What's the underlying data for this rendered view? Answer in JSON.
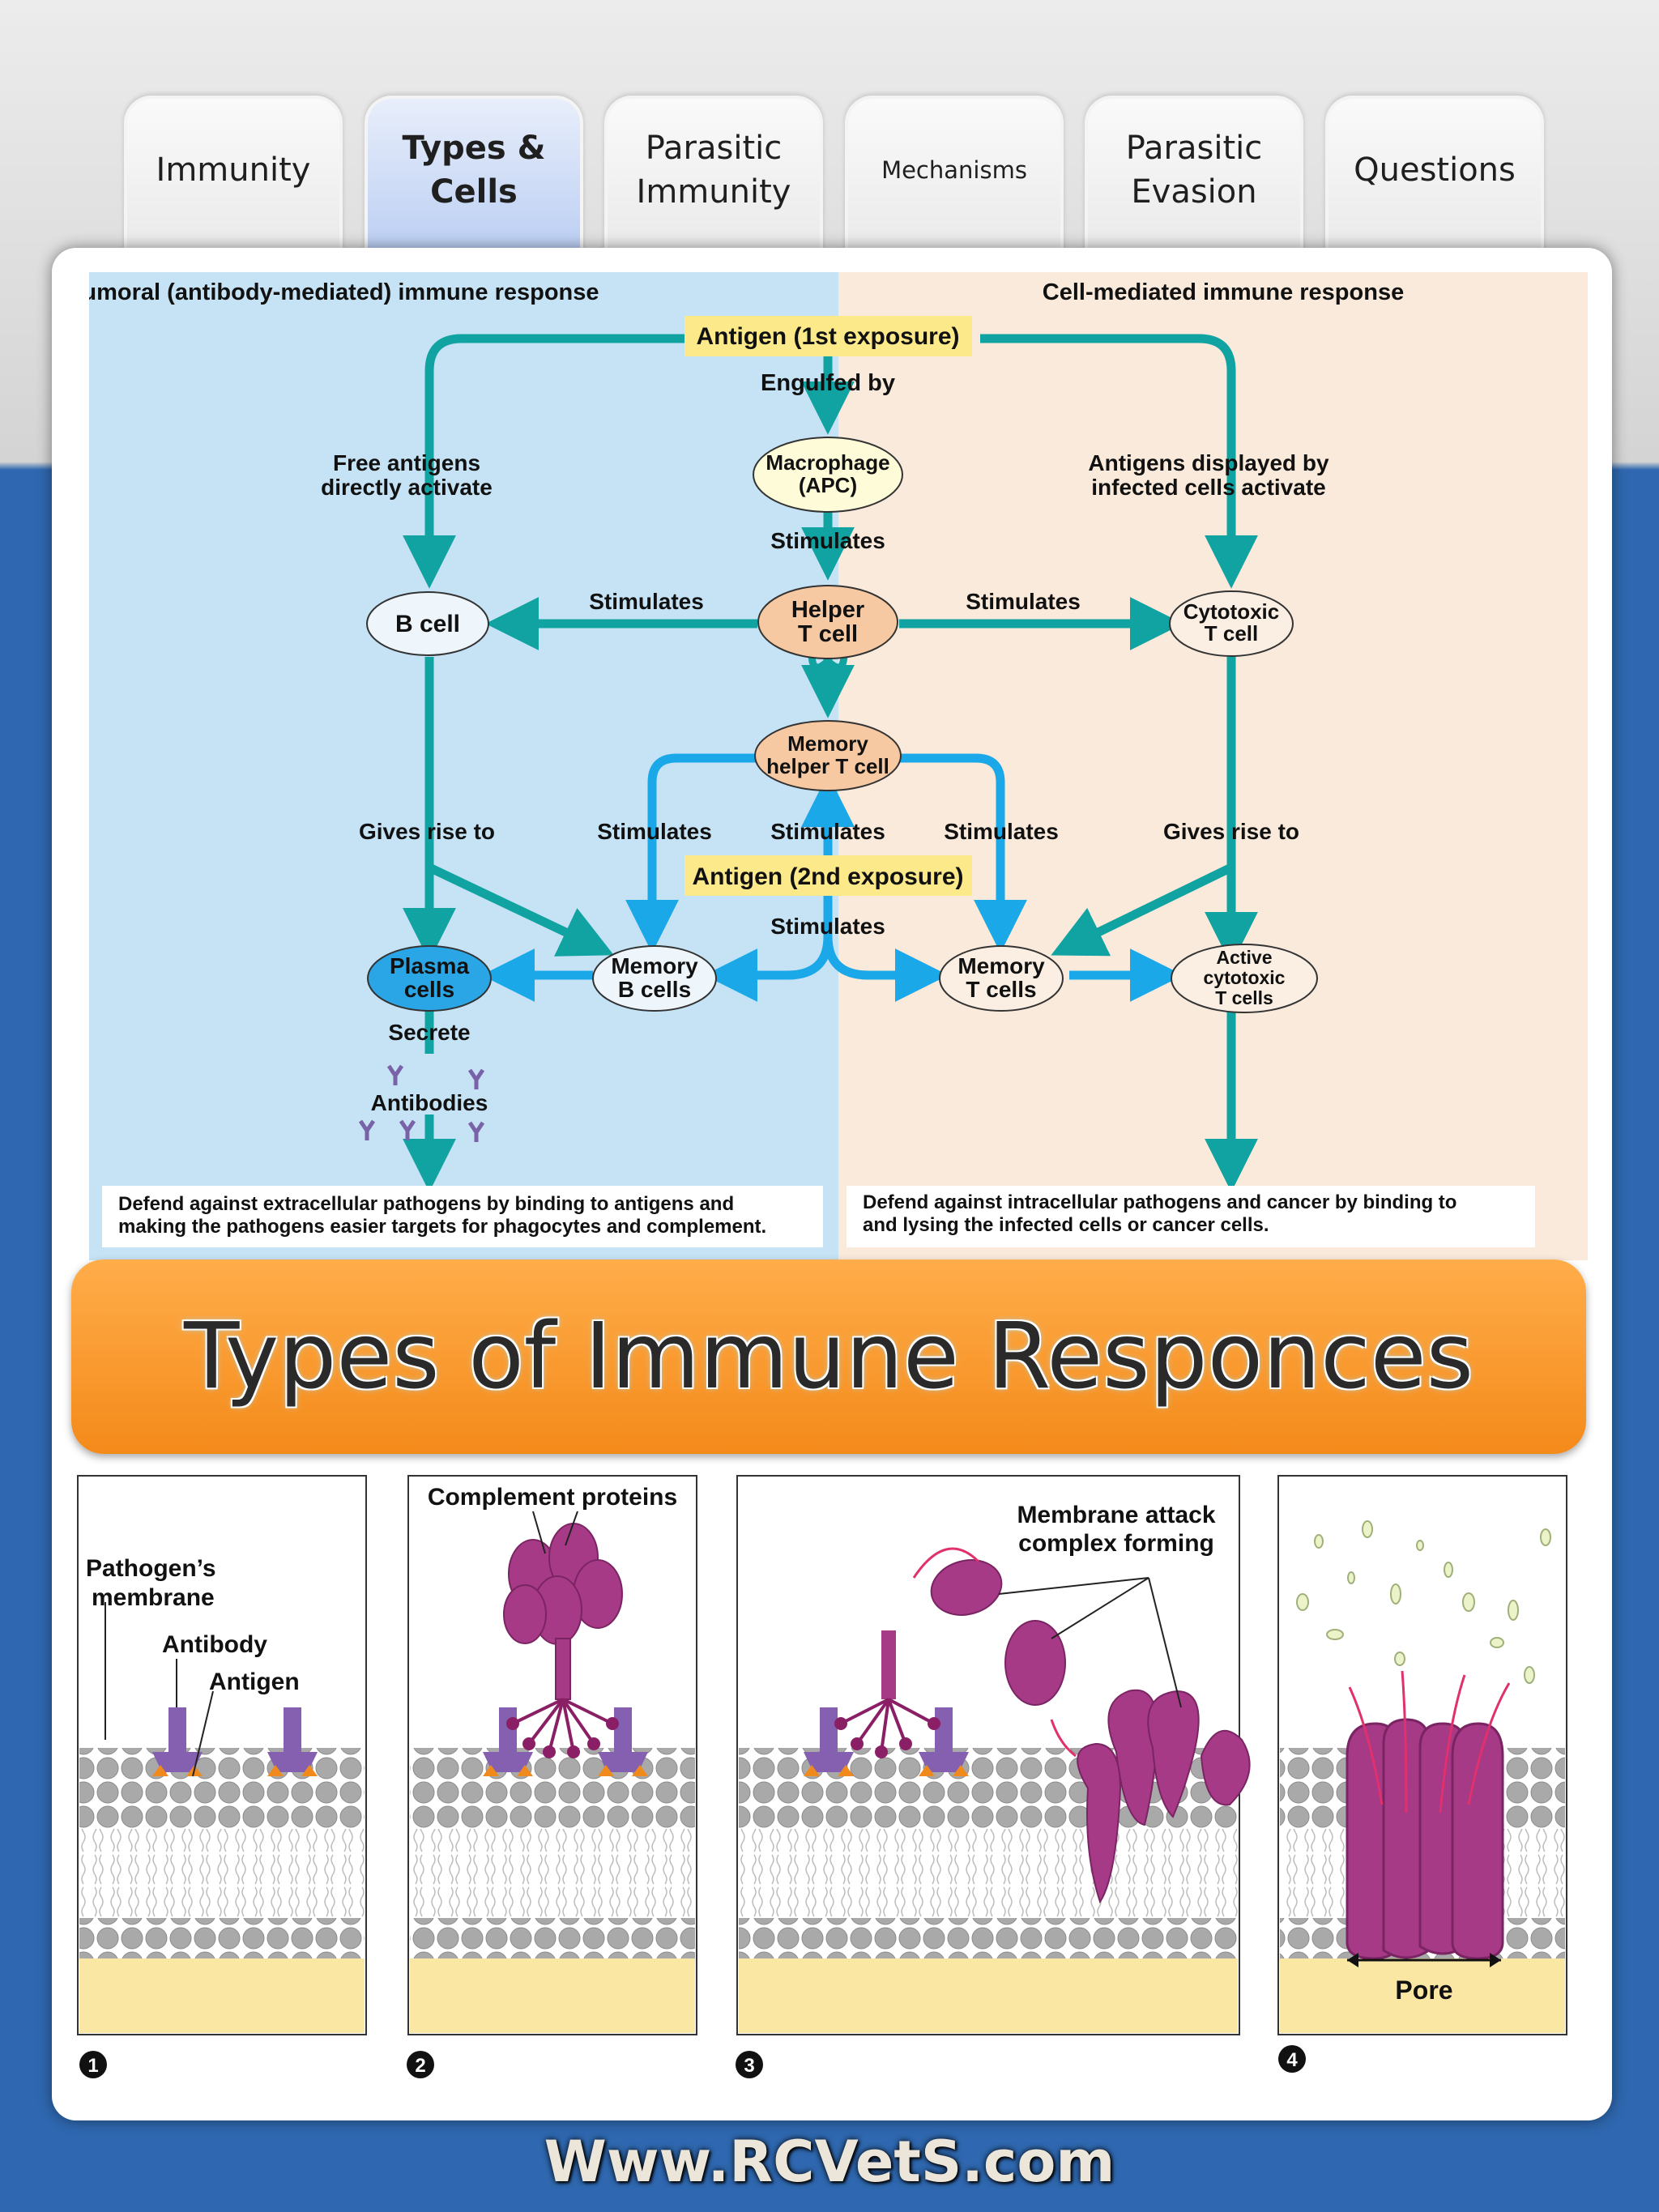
{
  "tabs": [
    {
      "label": "Immunity",
      "active": false
    },
    {
      "label": "Types &\nCells",
      "active": true
    },
    {
      "label": "Parasitic\nImmunity",
      "active": false
    },
    {
      "label": "Mechanisms",
      "active": false
    },
    {
      "label": "Parasitic\nEvasion",
      "active": false
    },
    {
      "label": "Questions",
      "active": false
    }
  ],
  "flowchart": {
    "left_heading": "Humoral (antibody-mediated) immune response",
    "right_heading": "Cell-mediated immune response",
    "antigen_first": "Antigen (1st exposure)",
    "engulfed_by": "Engulfed by",
    "macrophage": [
      "Macrophage",
      "(APC)"
    ],
    "free_antigens": [
      "Free antigens",
      "directly activate"
    ],
    "antigens_displayed": [
      "Antigens displayed by",
      "infected cells activate"
    ],
    "stimulates": "Stimulates",
    "b_cell": "B cell",
    "helper_t": [
      "Helper",
      "T cell"
    ],
    "cytotoxic_t": [
      "Cytotoxic",
      "T cell"
    ],
    "memory_helper": [
      "Memory",
      "helper T cell"
    ],
    "gives_rise_to": "Gives rise to",
    "antigen_second": "Antigen (2nd exposure)",
    "plasma_cells": [
      "Plasma",
      "cells"
    ],
    "memory_b": [
      "Memory",
      "B cells"
    ],
    "memory_t": [
      "Memory",
      "T cells"
    ],
    "active_cytotoxic": [
      "Active",
      "cytotoxic",
      "T cells"
    ],
    "secrete": "Secrete",
    "antibodies": "Antibodies",
    "defend_left": [
      "Defend against extracellular pathogens by binding to antigens and",
      "making the pathogens easier targets for phagocytes and complement."
    ],
    "defend_right": [
      "Defend against intracellular pathogens and cancer by binding to",
      "and lysing the infected cells or cancer cells."
    ]
  },
  "banner_title": "Types of Immune Responces",
  "mac_diagram": {
    "pathogen_membrane": [
      "Pathogen’s",
      "membrane"
    ],
    "antibody": "Antibody",
    "antigen": "Antigen",
    "complement_proteins": "Complement proteins",
    "mac_forming": [
      "Membrane attack",
      "complex forming"
    ],
    "pore": "Pore",
    "step_numbers": [
      "1",
      "2",
      "3",
      "4"
    ]
  },
  "footer": "Www.RCVetS.com",
  "colors": {
    "teal_arrow": "#10a3a1",
    "blue_arrow": "#1ba8e8",
    "humoral_bg": "#c6e3f5",
    "cell_bg": "#faeadb",
    "banner": "#f7941d",
    "page_blue": "#2f68b0",
    "complement_purple": "#9b2f7a"
  }
}
